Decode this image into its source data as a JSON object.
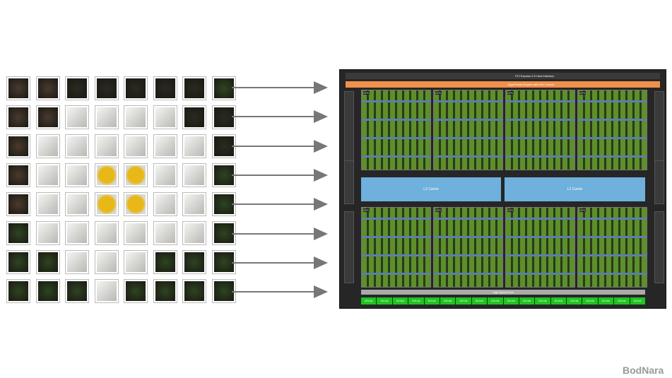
{
  "image_tiles": {
    "rows": [
      [
        "b",
        "b",
        "d",
        "d",
        "d",
        "d",
        "d",
        "g"
      ],
      [
        "b",
        "b",
        "w",
        "w",
        "w",
        "w",
        "d",
        "d"
      ],
      [
        "b",
        "w",
        "w",
        "w",
        "w",
        "w",
        "w",
        "d"
      ],
      [
        "b",
        "w",
        "w",
        "y",
        "y",
        "w",
        "w",
        "g"
      ],
      [
        "b",
        "w",
        "w",
        "y",
        "y",
        "w",
        "w",
        "g"
      ],
      [
        "g",
        "w",
        "w",
        "w",
        "w",
        "w",
        "w",
        "g"
      ],
      [
        "g",
        "g",
        "w",
        "w",
        "w",
        "g",
        "g",
        "g"
      ],
      [
        "g",
        "g",
        "g",
        "w",
        "g",
        "g",
        "g",
        "g"
      ]
    ],
    "colors": {
      "b": "#4a3a2e",
      "d": "#2a2a22",
      "w": "#d8d8d4",
      "y": "#e8b818",
      "g": "#2e4420"
    }
  },
  "chip": {
    "pci_label": "PCI Express 5.0 Host Interface",
    "gigathread_label": "GigaThread Engine with MIG Control",
    "gpc_label": "GPC",
    "l2_left": "L2 Cache",
    "l2_right": "L2 Cache",
    "hub_label": "High-Speed Hub",
    "nvlink_label": "NVLink",
    "nvlink_count": 18
  },
  "watermark": "BodNara"
}
